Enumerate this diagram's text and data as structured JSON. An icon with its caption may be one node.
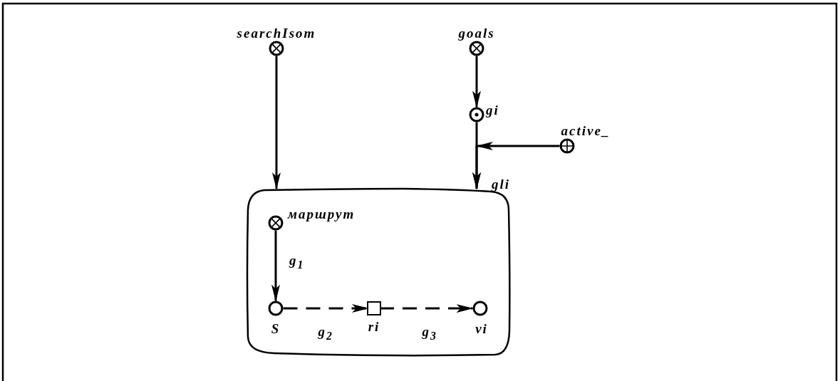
{
  "diagram": {
    "nodes": [
      {
        "text": [],
        "shape": "box"
      },
      {
        "text": [],
        "shape": "circle",
        "beside": [
          "searchIsom"
        ]
      },
      {
        "text": [],
        "shape": "circle",
        "beside": [
          "goals"
        ]
      },
      {
        "text": [],
        "shape": "circle",
        "beside": [
          "gi"
        ]
      },
      {
        "text": [],
        "shape": "circle",
        "beside": [
          "active_"
        ]
      },
      {
        "text": [],
        "shape": "circle",
        "beside": [
          "маршрут"
        ],
        "in": 0
      },
      {
        "text": [],
        "shape": "circle",
        "beside": [
          "S"
        ],
        "in": 0
      },
      {
        "text": [],
        "shape": "box",
        "beside": [
          "ri"
        ],
        "in": 0
      },
      {
        "text": [],
        "shape": "circle",
        "beside": [
          "vi"
        ],
        "in": 0
      }
    ],
    "edges": [
      {
        "from": 1,
        "to": 0,
        "arrow": "to"
      },
      {
        "from": 2,
        "to": 3,
        "arrow": "to"
      },
      {
        "from": 3,
        "to": 0,
        "arrow": "to",
        "label": "gli"
      },
      {
        "from": 4,
        "to": 0,
        "arrow": "to"
      },
      {
        "from": 5,
        "to": 6,
        "arrow": "to",
        "label": "g$_{1}$"
      },
      {
        "from": 6,
        "to": 7,
        "arrow": "to",
        "label": "g$_{2}$",
        "style": "dashed"
      },
      {
        "from": 7,
        "to": 8,
        "arrow": "to",
        "label": "g$_{3}$",
        "style": "dashed"
      }
    ]
  }
}
